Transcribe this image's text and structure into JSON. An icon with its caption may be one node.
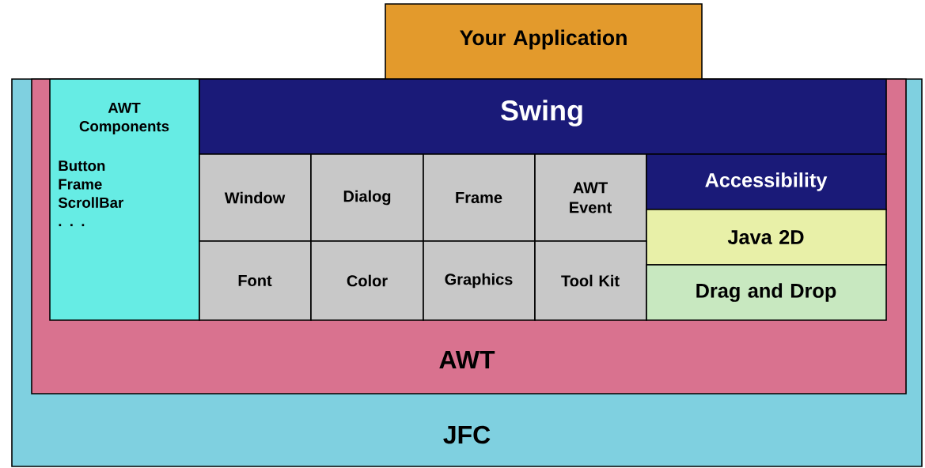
{
  "diagram": {
    "nodes": [
      {
        "text": [
          "Your Application"
        ]
      },
      {
        "text": [
          "JFC"
        ]
      },
      {
        "text": [
          "AWT"
        ],
        "in": 1
      },
      {
        "text": [
          "AWT Components",
          "Button Frame ScrollBar . . ."
        ],
        "in": 2
      },
      {
        "text": [
          "Swing"
        ],
        "in": 2
      },
      {
        "text": [
          "Window"
        ],
        "in": 2
      },
      {
        "text": [
          "Dialog"
        ],
        "in": 2
      },
      {
        "text": [
          "Frame"
        ],
        "in": 2
      },
      {
        "text": [
          "AWT Event"
        ],
        "in": 2
      },
      {
        "text": [
          "Accessibility"
        ],
        "in": 2
      },
      {
        "text": [
          "Java 2D"
        ],
        "in": 2
      },
      {
        "text": [
          "Font"
        ],
        "in": 2
      },
      {
        "text": [
          "Color"
        ],
        "in": 2
      },
      {
        "text": [
          "Graphics"
        ],
        "in": 2
      },
      {
        "text": [
          "Tool Kit"
        ],
        "in": 2
      },
      {
        "text": [
          "Drag and Drop"
        ],
        "in": 2
      }
    ]
  }
}
